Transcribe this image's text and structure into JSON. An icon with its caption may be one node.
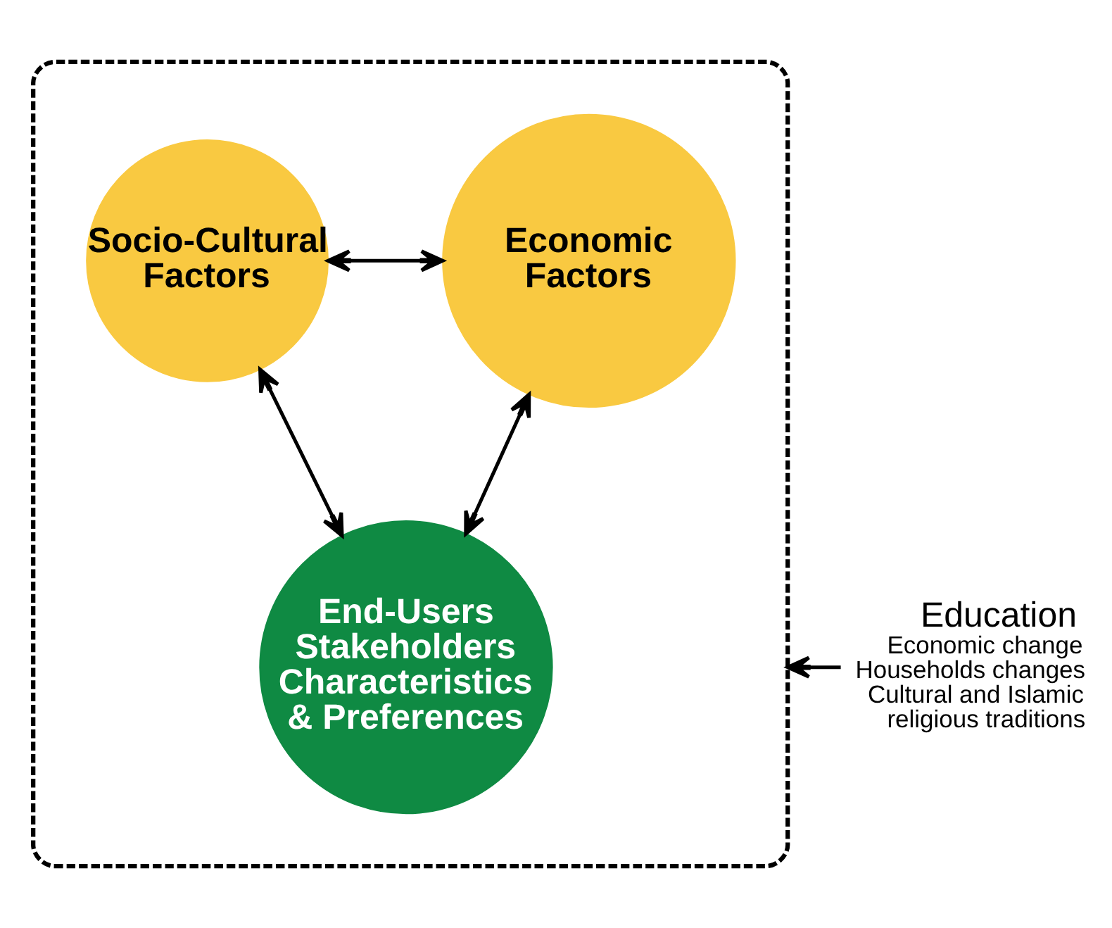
{
  "diagram": {
    "nodes": [
      {
        "text": [],
        "shape": "cloud"
      },
      {
        "text": [
          "Socio-Cultural Factors"
        ],
        "in": 0
      },
      {
        "text": [
          "Economic Factors"
        ],
        "in": 0
      },
      {
        "text": [
          "End-Users Stakeholders Characteristics & Preferences"
        ],
        "in": 0
      },
      {
        "text": [
          "Education",
          "Economic change",
          "Households changes",
          "Cultural and Islamic religious traditions"
        ]
      }
    ],
    "edges": [
      {
        "from": 1,
        "to": 2,
        "arrow": "both"
      },
      {
        "from": 1,
        "to": 3,
        "arrow": "both"
      },
      {
        "from": 2,
        "to": 3,
        "arrow": "both"
      },
      {
        "from": 4,
        "to": 0,
        "arrow": "to"
      }
    ]
  }
}
